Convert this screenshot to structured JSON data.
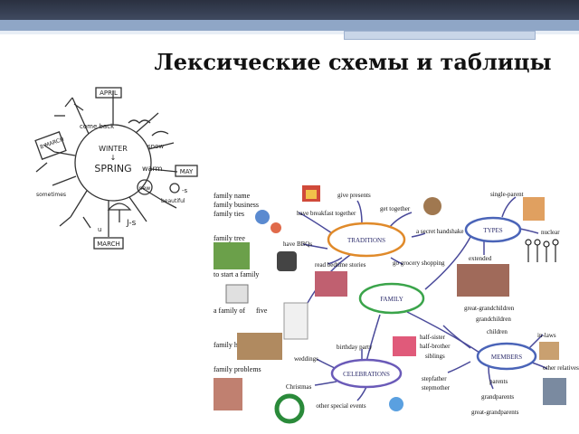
{
  "slide": {
    "title": "Лексические схемы и таблицы"
  },
  "left_diagram": {
    "center_top": "WINTER",
    "center_arrow": "↓",
    "center_bottom": "SPRING",
    "months": [
      "APRIL",
      "MAY",
      "MARCH"
    ],
    "words": [
      "come back",
      "snow",
      "warm",
      "new",
      "-s",
      "beautiful",
      "sometimes",
      "J-s",
      "u"
    ],
    "notes": [
      "8 MARCH"
    ]
  },
  "right_diagram": {
    "bubbles": [
      "TRADITIONS",
      "TYPES",
      "FAMILY",
      "MEMBERS",
      "CELEBRATIONS"
    ],
    "family_words": [
      "family name",
      "family business",
      "family ties",
      "family tree",
      "to start a family",
      "a family of",
      "five",
      "family home",
      "family problems"
    ],
    "traditions": [
      "give presents",
      "get together",
      "have breakfast together",
      "have BBQs",
      "read bedtime stories",
      "a secret handshake",
      "go grocery shopping"
    ],
    "types": [
      "single-parent",
      "nuclear",
      "extended"
    ],
    "members": [
      "great-grandchildren",
      "grandchildren",
      "children",
      "in-laws",
      "half-sister",
      "half-brother",
      "siblings",
      "other relatives",
      "stepfather",
      "stepmother",
      "parents",
      "grandparents",
      "great-grandparents"
    ],
    "celebrations": [
      "birthday party",
      "weddings",
      "Christmas",
      "other special events"
    ]
  }
}
